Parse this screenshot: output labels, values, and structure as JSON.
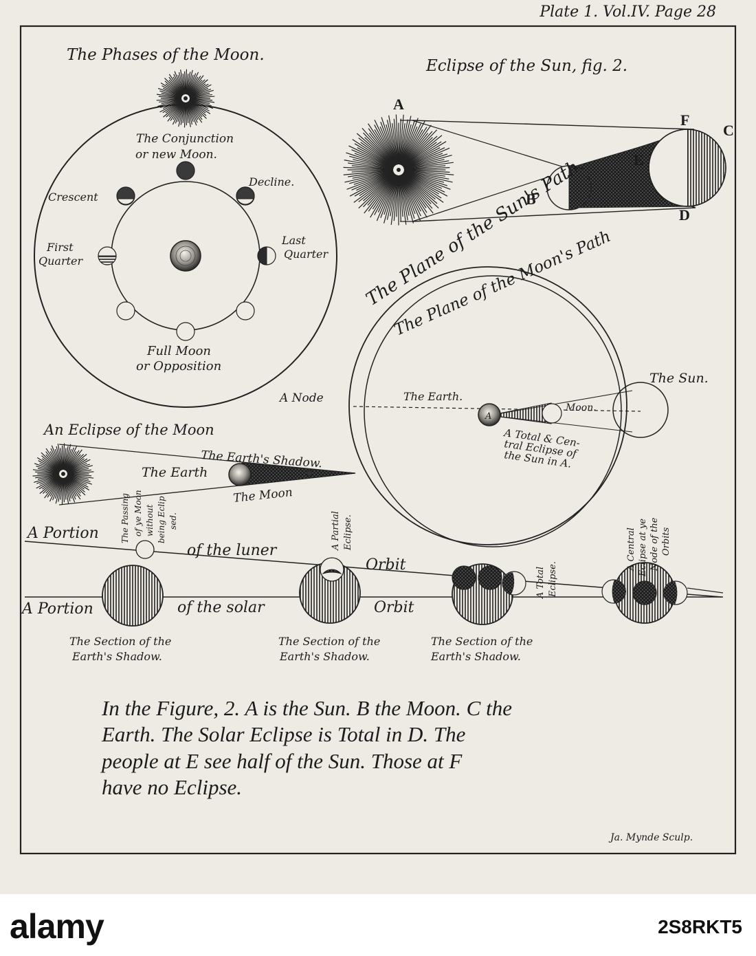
{
  "header": {
    "plate_ref": "Plate 1. Vol.IV. Page 28"
  },
  "phases": {
    "title": "The Phases of the Moon.",
    "conjunction_1": "The Conjunction",
    "conjunction_2": "or new Moon.",
    "decline": "Decline.",
    "crescent": "Crescent",
    "first_quarter_1": "First",
    "first_quarter_2": "Quarter",
    "last_quarter_1": "Last",
    "last_quarter_2": "Quarter",
    "full_moon_1": "Full Moon",
    "full_moon_2": "or Opposition"
  },
  "solar_fig": {
    "title": "Eclipse of the Sun, fig. 2.",
    "A": "A",
    "B": "B",
    "C": "C",
    "D": "D",
    "E": "E",
    "F": "F"
  },
  "planes": {
    "sun_path": "The Plane of the Sun's Path.",
    "moon_path": "The Plane of the Moon's Path",
    "the_sun": "The Sun.",
    "node": "A Node",
    "the_earth": "The Earth.",
    "moon": "Moon.",
    "earth_letter": "A",
    "total_1": "A Total & Cen-",
    "total_2": "tral Eclipse of",
    "total_3": "the Sun in A."
  },
  "lunar": {
    "title": "An Eclipse of the Moon",
    "shadow": "The Earth's Shadow.",
    "earth": "The Earth",
    "moon": "The Moon"
  },
  "orbits": {
    "lunar_portion": "A Portion",
    "lunar_of": "of the luner",
    "lunar_orbit": "Orbit",
    "solar_portion": "A Portion",
    "solar_of": "of the solar",
    "solar_orbit": "Orbit",
    "passing_1": "The Passing",
    "passing_2": "of ye Moon",
    "passing_3": "without",
    "passing_4": "being Eclip",
    "passing_5": "sed.",
    "partial_1": "A Partial",
    "partial_2": "Eclipse.",
    "total_1": "A Total",
    "total_2": "Eclipse.",
    "central_1": "A Central",
    "central_2": "Eclipse at ye",
    "central_3": "Node of the",
    "central_4": "Orbits",
    "section_1a": "The Section of the",
    "section_1b": "Earth's Shadow.",
    "section_2a": "The Section of the",
    "section_2b": "Earth's Shadow.",
    "section_3a": "The Section of the",
    "section_3b": "Earth's Shadow."
  },
  "caption": {
    "line1": "In the Figure, 2. A is the Sun. B the Moon. C the",
    "line2": "Earth. The Solar Eclipse is Total in D. The",
    "line3": "people at E see half of the Sun. Those at F",
    "line4": "have no Eclipse."
  },
  "signature": "Ja. Mynde Sculp.",
  "watermark": {
    "logo": "alamy",
    "image_id": "2S8RKT5"
  }
}
